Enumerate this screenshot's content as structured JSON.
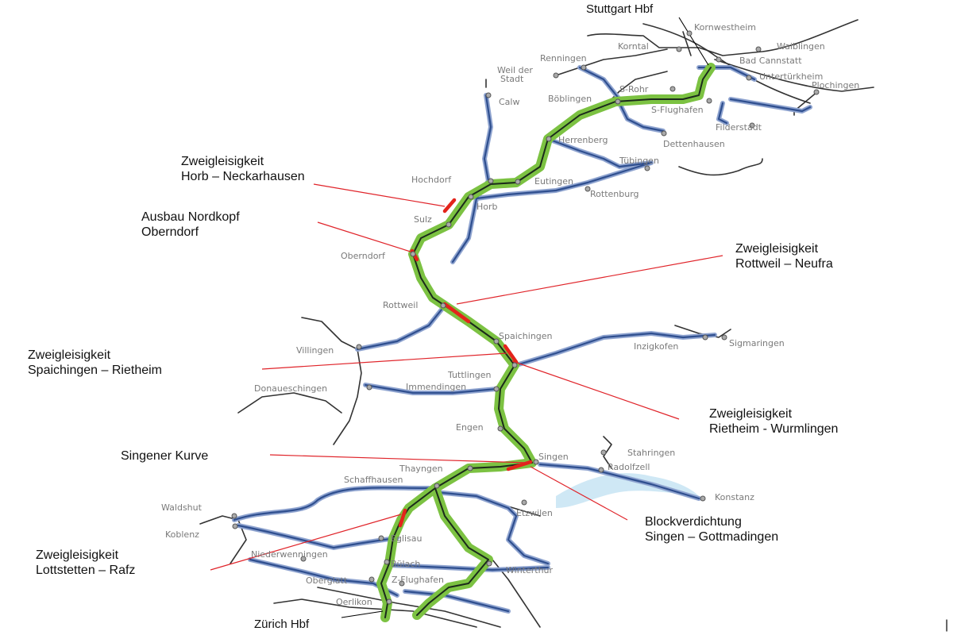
{
  "title_labels": {
    "stuttgart": "Stuttgart Hbf",
    "zurich": "Zürich Hbf"
  },
  "annotations": [
    {
      "line1": "Zweigleisigkeit",
      "line2": "Horb – Neckarhausen"
    },
    {
      "line1": "Ausbau Nordkopf",
      "line2": "Oberndorf"
    },
    {
      "line1": "Zweigleisigkeit",
      "line2": "Rottweil – Neufra"
    },
    {
      "line1": "Zweigleisigkeit",
      "line2": "Spaichingen – Rietheim"
    },
    {
      "line1": "Zweigleisigkeit",
      "line2": "Rietheim - Wurmlingen"
    },
    {
      "line1": "Singener Kurve"
    },
    {
      "line1": "Blockverdichtung",
      "line2": "Singen – Gottmadingen"
    },
    {
      "line1": "Zweigleisigkeit",
      "line2": "Lottstetten – Rafz"
    }
  ],
  "stations": [
    "Kornwestheim",
    "Waiblingen",
    "Korntal",
    "Bad Cannstatt",
    "Renningen",
    "Weil der",
    "Stadt",
    "Untertürkheim",
    "Plochingen",
    "Calw",
    "Böblingen",
    "S-Rohr",
    "S-Flughafen",
    "Filderstadt",
    "Herrenberg",
    "Dettenhausen",
    "Tübingen",
    "Hochdorf",
    "Eutingen",
    "Rottenburg",
    "Horb",
    "Sulz",
    "Oberndorf",
    "Rottweil",
    "Spaichingen",
    "Inzigkofen",
    "Sigmaringen",
    "Villingen",
    "Tuttlingen",
    "Immendingen",
    "Donaueschingen",
    "Engen",
    "Singen",
    "Stahringen",
    "Radolfzell",
    "Thayngen",
    "Schaffhausen",
    "Konstanz",
    "Waldshut",
    "Etzwilen",
    "Koblenz",
    "Eglisau",
    "Niederwenningen",
    "Bülach",
    "Winterthur",
    "Oberglatt",
    "Z-Flughafen",
    "Oerlikon"
  ],
  "corner_mark": "|",
  "colors": {
    "upgrade_corridor": "#7cc242",
    "measure": "#e3241b",
    "regional": "#2f4f8f",
    "lake": "#cfe8f5"
  }
}
